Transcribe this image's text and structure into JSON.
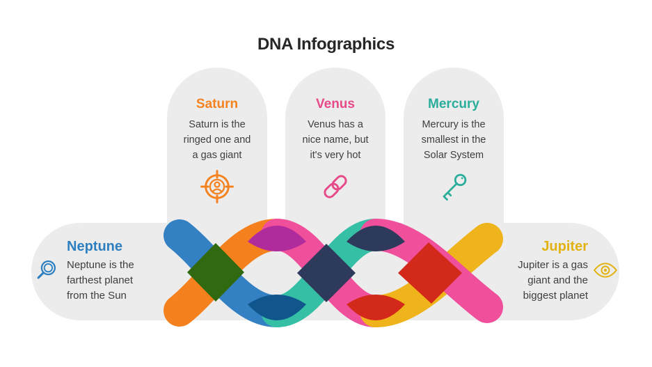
{
  "title": "DNA Infographics",
  "text_dark": "#262626",
  "text_body": "#3E3E3E",
  "surface_color": "#ECECEC",
  "cards": [
    {
      "name": "saturn",
      "title": "Saturn",
      "color": "#F5821F",
      "lines": [
        "Saturn is the",
        "ringed one and",
        "a gas giant"
      ],
      "icon": "target-user-icon"
    },
    {
      "name": "venus",
      "title": "Venus",
      "color": "#E74A89",
      "lines": [
        "Venus has a",
        "nice name, but",
        "it's very hot"
      ],
      "icon": "chain-link-icon"
    },
    {
      "name": "mercury",
      "title": "Mercury",
      "color": "#2BAD9C",
      "lines": [
        "Mercury is the",
        "smallest in the",
        "Solar System"
      ],
      "icon": "key-icon"
    }
  ],
  "banner": {
    "neptune": {
      "title": "Neptune",
      "color": "#2D7FC0",
      "lines": [
        "Neptune is the",
        "farthest planet",
        "from the Sun"
      ],
      "icon": "magnifier-icon"
    },
    "jupiter": {
      "title": "Jupiter",
      "color": "#E2B310",
      "lines": [
        "Jupiter is a gas",
        "giant and the",
        "biggest planet"
      ],
      "icon": "eye-icon"
    }
  },
  "helix": {
    "blue": "#3380C3",
    "orange": "#F5801E",
    "teal": "#35BFA4",
    "pink": "#EF4F9B",
    "yellow": "#EFB31C",
    "green_overlap": "#30690F",
    "navy_overlap": "#2E3A5C",
    "darkblue_overlap": "#10568D",
    "magenta_overlap": "#B02B9C",
    "red_overlap": "#D2291A"
  }
}
